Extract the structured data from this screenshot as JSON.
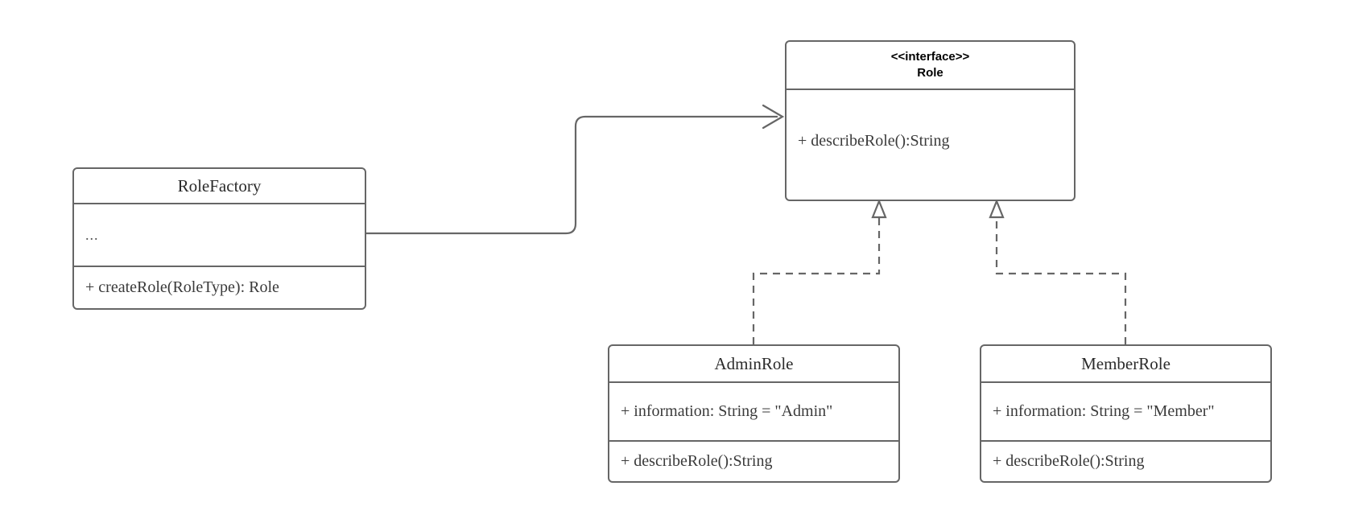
{
  "diagram": {
    "type": "uml-class-diagram",
    "title": "Role Factory UML class diagram",
    "stroke_color": "#666666",
    "text_color": "#333333",
    "background_color": "#ffffff"
  },
  "classes": {
    "rolefactory": {
      "name": "RoleFactory",
      "attributes": [
        "..."
      ],
      "operations": [
        "+ createRole(RoleType): Role"
      ]
    },
    "role": {
      "stereotype": "<<interface>>",
      "name": "Role",
      "attributes": [],
      "operations": [
        "+ describeRole():String"
      ]
    },
    "adminrole": {
      "name": "AdminRole",
      "attributes": [
        "+ information: String = \"Admin\""
      ],
      "operations": [
        "+ describeRole():String"
      ]
    },
    "memberrole": {
      "name": "MemberRole",
      "attributes": [
        "+ information: String = \"Member\""
      ],
      "operations": [
        "+ describeRole():String"
      ]
    }
  },
  "relationships": [
    {
      "id": "rolefactory-to-role",
      "kind": "association",
      "line_style": "solid",
      "arrowhead": "open",
      "source": "RoleFactory",
      "target": "Role",
      "label": ""
    },
    {
      "id": "adminrole-realizes-role",
      "kind": "realization",
      "line_style": "dashed",
      "arrowhead": "hollow-triangle",
      "source": "AdminRole",
      "target": "Role",
      "label": ""
    },
    {
      "id": "memberrole-realizes-role",
      "kind": "realization",
      "line_style": "dashed",
      "arrowhead": "hollow-triangle",
      "source": "MemberRole",
      "target": "Role",
      "label": ""
    }
  ]
}
